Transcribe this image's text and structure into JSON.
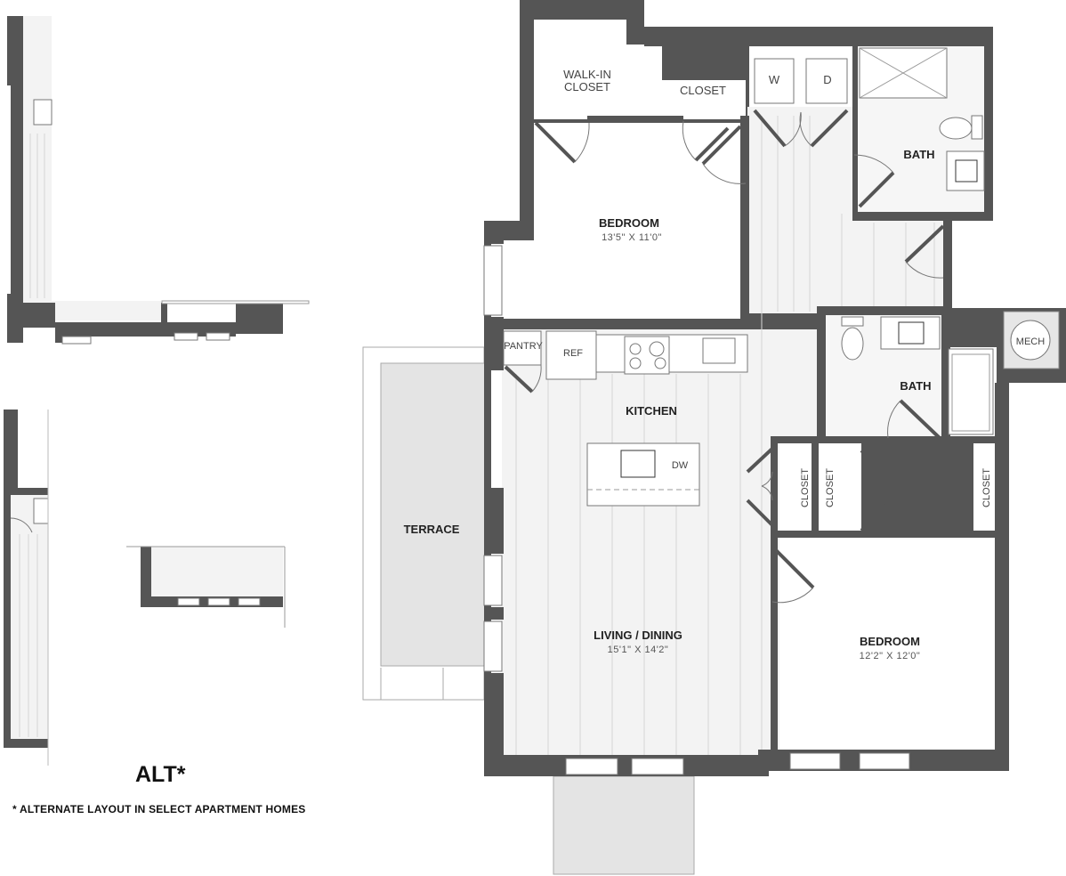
{
  "rooms": {
    "walk_in_closet_line1": "WALK-IN",
    "walk_in_closet_line2": "CLOSET",
    "closet_top": "CLOSET",
    "washer": "W",
    "dryer": "D",
    "bath_master": "BATH",
    "bedroom_1": "BEDROOM",
    "bedroom_1_dim": "13'5\" X 11'0\"",
    "pantry": "PANTRY",
    "ref": "REF",
    "kitchen": "KITCHEN",
    "dw": "DW",
    "bath_2": "BATH",
    "mech": "MECH",
    "closet_a": "CLOSET",
    "closet_b": "CLOSET",
    "closet_c": "CLOSET",
    "terrace": "TERRACE",
    "living": "LIVING / DINING",
    "living_dim": "15'1\" X 14'2\"",
    "bedroom_2": "BEDROOM",
    "bedroom_2_dim": "12'2\" X 12'0\""
  },
  "alt": {
    "title": "ALT*",
    "note": "* ALTERNATE LAYOUT IN SELECT APARTMENT HOMES"
  },
  "colors": {
    "wall": "#555555",
    "floor": "#f3f3f3",
    "terrace": "#e4e4e4"
  }
}
